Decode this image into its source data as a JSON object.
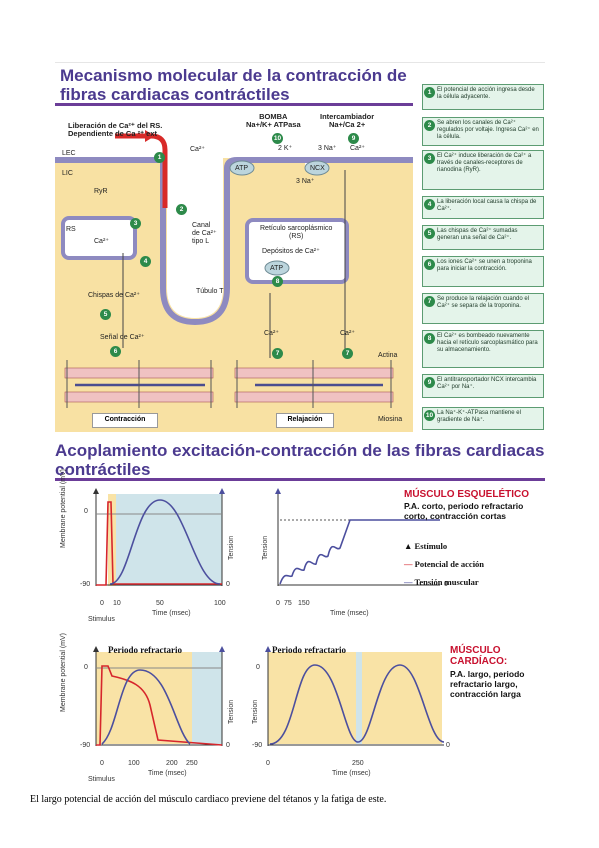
{
  "section1": {
    "title_line1": "Mecanismo molecular de la contracción de",
    "title_line2": "fibras cardiacas contráctiles"
  },
  "diagram": {
    "release_label_line1": "Liberación de Ca²⁺ del RS.",
    "release_label_line2": "Dependiente de Ca ²⁺ ext",
    "pump_label_line1": "BOMBA",
    "pump_label_line2": "Na+/K+ ATPasa",
    "exchanger_label_line1": "Intercambiador",
    "exchanger_label_line2": "Na+/Ca 2+",
    "lec": "LEC",
    "lic": "LIC",
    "ryr": "RyR",
    "rs": "RS",
    "ca": "Ca²⁺",
    "k2": "2 K⁺",
    "na3": "3 Na⁺",
    "na3b": "3 Na⁺",
    "atp": "ATP",
    "ncx": "NCX",
    "channel_line1": "Canal",
    "channel_line2": "de Ca²⁺",
    "channel_line3": "tipo L",
    "tubule": "Túbulo T",
    "sr_line1": "Retículo sarcoplásmico",
    "sr_line2": "(RS)",
    "deposits": "Depósitos de Ca²⁺",
    "sparks": "Chispas de Ca²⁺",
    "signal": "Señal de Ca²⁺",
    "actin": "Actina",
    "myosin": "Miosina",
    "contraction": "Contracción",
    "relaxation": "Relajación",
    "nums": [
      "1",
      "2",
      "3",
      "4",
      "5",
      "6",
      "7",
      "8",
      "9",
      "10"
    ]
  },
  "steps": [
    {
      "n": "1",
      "text": "El potencial de acción ingresa desde la célula adyacente."
    },
    {
      "n": "2",
      "text": "Se abren los canales de Ca²⁺ regulados por voltaje. Ingresa Ca²⁺ en la célula."
    },
    {
      "n": "3",
      "text": "El Ca²⁺ induce liberación de Ca²⁺ a través de canales-receptores de rianodina (RyR)."
    },
    {
      "n": "4",
      "text": "La liberación local causa la chispa de Ca²⁺."
    },
    {
      "n": "5",
      "text": "Las chispas de Ca²⁺ sumadas generan una señal de Ca²⁺."
    },
    {
      "n": "6",
      "text": "Los iones Ca²⁺ se unen a troponina para iniciar la contracción."
    },
    {
      "n": "7",
      "text": "Se produce la relajación cuando el Ca²⁺ se separa de la troponina."
    },
    {
      "n": "8",
      "text": "El Ca²⁺ es bombeado nuevamente hacia el retículo sarcoplasmático para su almacenamiento."
    },
    {
      "n": "9",
      "text": "El antitransportador NCX intercambia Ca²⁺ por Na⁺."
    },
    {
      "n": "10",
      "text": "La Na⁺-K⁺-ATPasa mantiene el gradiente de Na⁺."
    }
  ],
  "section2": {
    "title_line1": "Acoplamiento excitación-contracción de las fibras cardiacas",
    "title_line2": "contráctiles"
  },
  "graphs": {
    "membrane_potential": "Membrane potential (mV)",
    "tension": "Tension",
    "time": "Time (msec)",
    "stimulus": "Stimulus",
    "v0": "0",
    "vm90": "-90",
    "g1_ticks": [
      "0",
      "10",
      "50",
      "100"
    ],
    "g2_ticks": [
      "0",
      "75",
      "150"
    ],
    "g3_ticks": [
      "0",
      "100",
      "200",
      "250"
    ],
    "g4_ticks": [
      "0",
      "250"
    ],
    "refractory": "Periodo refractario",
    "skeletal_title": "MÚSCULO ESQUELÉTICO",
    "skeletal_desc": "P.A. corto, periodo refractario corto, contracción cortas",
    "cardiac_title_line1": "MÚSCULO",
    "cardiac_title_line2": "CARDÍACO:",
    "cardiac_desc": "P.A. largo, periodo refractario largo, contracción larga",
    "legend_stimulus": "Estímulo",
    "legend_ap": "Potencial de acción",
    "legend_tension": "Tensión muscular",
    "colors": {
      "ap": "#d6262c",
      "tension": "#4c4f9e",
      "refractory": "#f9e3a6",
      "rest": "#cfe4ea"
    }
  },
  "caption": "El largo potencial de acción del músculo cardiaco previene del tétanos y la fatiga de este."
}
